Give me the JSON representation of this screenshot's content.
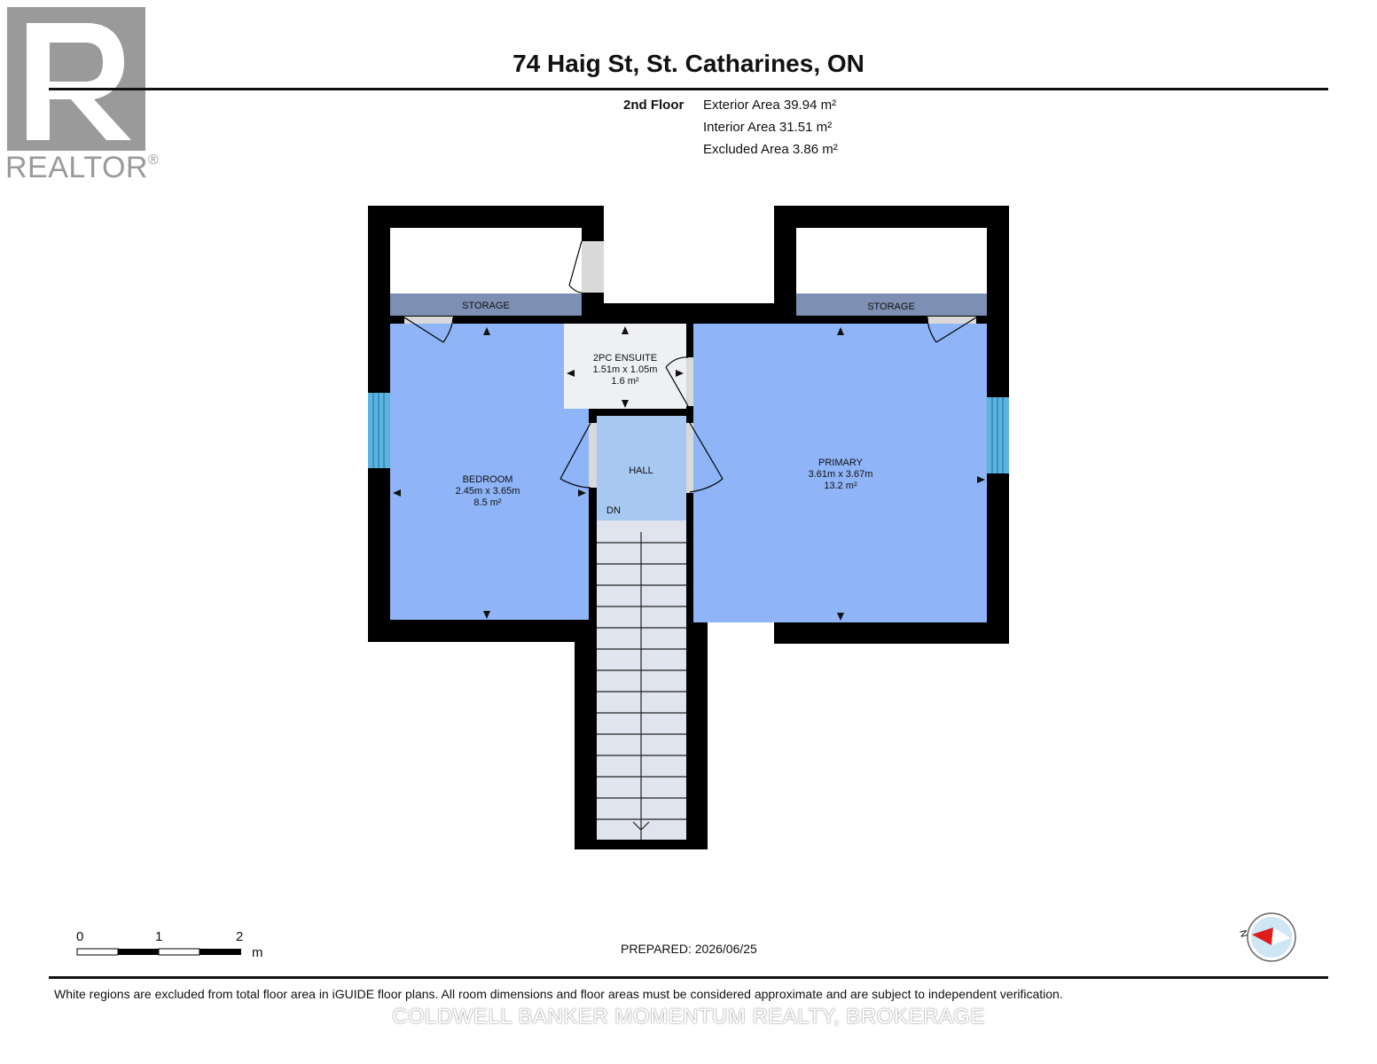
{
  "header": {
    "title": "74 Haig St, St. Catharines, ON",
    "floor_label": "2nd Floor",
    "areas": [
      "Exterior Area 39.94 m²",
      "Interior Area 31.51 m²",
      "Excluded Area 3.86 m²"
    ]
  },
  "logo": {
    "wordmark": "REALTOR",
    "mark": "®"
  },
  "rooms": {
    "storage_left": {
      "name": "STORAGE"
    },
    "storage_right": {
      "name": "STORAGE"
    },
    "ensuite": {
      "name": "2PC ENSUITE",
      "dims": "1.51m x 1.05m",
      "area": "1.6 m²"
    },
    "bedroom": {
      "name": "BEDROOM",
      "dims": "2.45m x 3.65m",
      "area": "8.5 m²"
    },
    "primary": {
      "name": "PRIMARY",
      "dims": "3.61m x 3.67m",
      "area": "13.2 m²"
    },
    "hall": {
      "name": "HALL"
    },
    "stairs": {
      "label": "DN"
    }
  },
  "colors": {
    "wall": "#000000",
    "room_fill": "#8fb4f7",
    "hall_fill": "#a7c8f0",
    "storage_fill": "#7d8fb3",
    "ensuite_fill": "#eef0f4",
    "stair_fill": "#dfe4ee",
    "window_fill": "#5bb4e0",
    "compass_fill": "#cfe6f5",
    "compass_needle": "#e01b1b"
  },
  "scale_bar": {
    "ticks": [
      "0",
      "1",
      "2"
    ],
    "unit": "m"
  },
  "compass": {
    "label": "N"
  },
  "footer": {
    "prepared": "PREPARED: 2026/06/25",
    "disclaimer": "White regions are excluded from total floor area in iGUIDE floor plans. All room dimensions and floor areas must be considered approximate and are subject to independent verification.",
    "brokerage": "COLDWELL BANKER MOMENTUM REALTY, BROKERAGE"
  }
}
